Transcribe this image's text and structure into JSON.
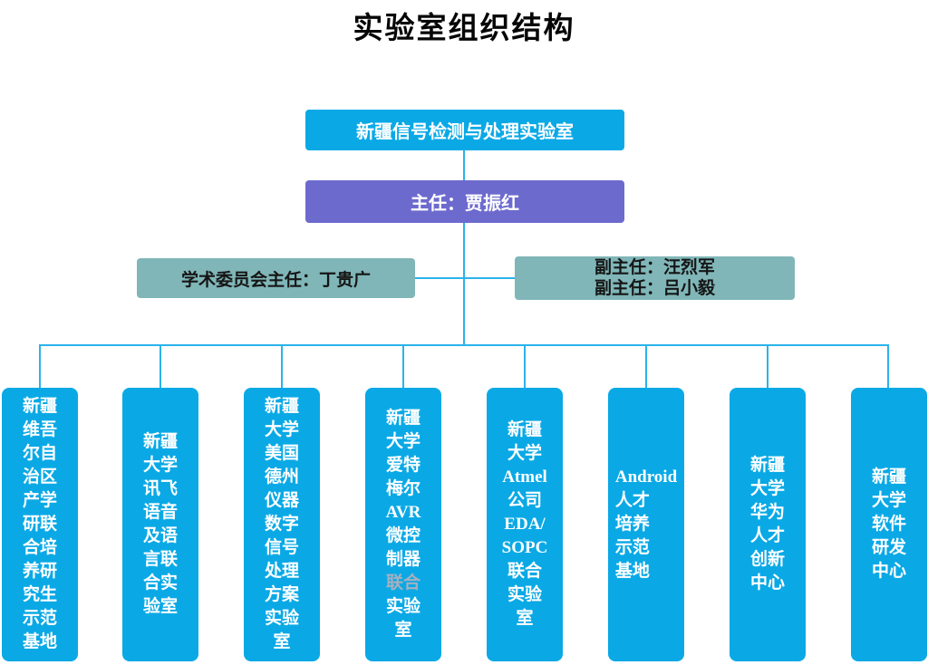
{
  "title": "实验室组织结构",
  "colors": {
    "box-cyan": "#0aa9e6",
    "box-purple": "#6d6ace",
    "box-teal": "#80b6b8",
    "connector": "#2bb3ea",
    "text-light": "#ffffff",
    "text-dark": "#151515",
    "text-muted": "#a7b0bf"
  },
  "root": {
    "label": "新疆信号检测与处理实验室"
  },
  "director": {
    "label": "主任：贾振红"
  },
  "committee": {
    "label": "学术委员会主任：丁贵广"
  },
  "deputies": {
    "lines": [
      "副主任：汪烈军",
      "副主任：吕小毅"
    ]
  },
  "children": [
    {
      "lines": [
        "新疆",
        "维吾",
        "尔自",
        "治区",
        "产学",
        "研联",
        "合培",
        "养研",
        "究生",
        "示范",
        "基地"
      ]
    },
    {
      "lines": [
        "新疆",
        "大学",
        "讯飞",
        "语音",
        "及语",
        "言联",
        "合实",
        "验室"
      ]
    },
    {
      "lines": [
        "新疆",
        "大学",
        "美国",
        "德州",
        "仪器",
        "数字",
        "信号",
        "处理",
        "方案",
        "实验",
        "室"
      ]
    },
    {
      "lines": [
        "新疆",
        "大学",
        "爱特",
        "梅尔",
        "AVR",
        "微控",
        "制器",
        "联合",
        "实验",
        "室"
      ],
      "muted_line": 7
    },
    {
      "lines": [
        "新疆",
        "大学",
        "Atmel",
        "公司",
        "EDA/",
        "SOPC",
        "联合",
        "实验",
        "室"
      ]
    },
    {
      "lines": [
        "Android",
        "人才",
        "培养",
        "示范",
        "基地"
      ]
    },
    {
      "lines": [
        "新疆",
        "大学",
        "华为",
        "人才",
        "创新",
        "中心"
      ]
    },
    {
      "lines": [
        "新疆",
        "大学",
        "软件",
        "研发",
        "中心"
      ]
    }
  ]
}
